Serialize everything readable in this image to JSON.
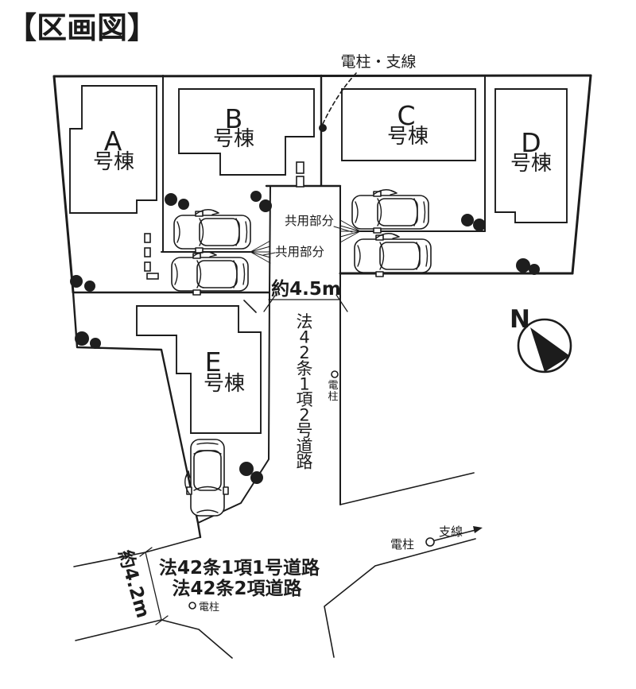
{
  "title": "【区画図】",
  "compass": {
    "north": "N"
  },
  "buildings": [
    {
      "letter": "A",
      "suffix": "号棟"
    },
    {
      "letter": "B",
      "suffix": "号棟"
    },
    {
      "letter": "C",
      "suffix": "号棟"
    },
    {
      "letter": "D",
      "suffix": "号棟"
    },
    {
      "letter": "E",
      "suffix": "号棟"
    }
  ],
  "annotations": {
    "pole_guy_top": "電柱・支線",
    "common_1": "共用部分",
    "common_2": "共用部分",
    "road_width_main": "約4.5m",
    "road_width_side": "約4.2m",
    "pole_mid": "電柱",
    "pole_right": "電柱",
    "pole_bottom": "電柱",
    "guy_wire": "支線"
  },
  "roads": {
    "vertical_label": "法42条1項2号道路",
    "bottom_label_1": "法42条1項1号道路",
    "bottom_label_2": "法42条2項道路"
  },
  "colors": {
    "ink": "#1c1c1c",
    "paper": "#ffffff"
  }
}
